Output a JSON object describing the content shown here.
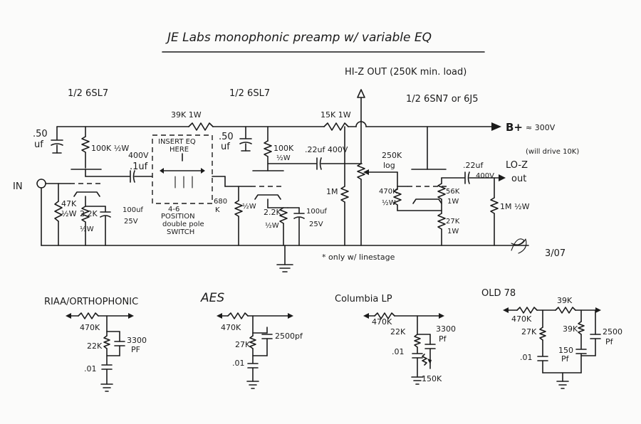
{
  "title": "JE Labs monophonic preamp w/ variable EQ",
  "tubes": {
    "v1": "1/2 6SL7",
    "v2": "1/2 6SL7",
    "v3": "1/2 6SN7 or 6J5"
  },
  "outputs": {
    "hiz": "HI-Z OUT (250K min. load)",
    "bplus": "B+",
    "bplus_value": "≈ 300V",
    "loz": "LO-Z",
    "loz_note": "(will drive 10K)",
    "out": "out"
  },
  "input": "IN",
  "labels": {
    "c_50uf_a": ".50",
    "c_50uf_a2": "uf",
    "r_100k_half": "100K ½W",
    "r_39k": "39K 1W",
    "c_01_400": "400V",
    "c_01": ".1uf",
    "insert_eq": "INSERT EQ",
    "insert_here": "HERE",
    "sw1": "4-6",
    "sw2": "POSITION",
    "sw3": "double pole",
    "sw4": "SWITCH",
    "r_680k": "680",
    "r_680k2": "K",
    "r_47k": "47K",
    "r_47k_w": "½W",
    "r_2k2_a": "2.2K",
    "r_2k2_a_w": "½W",
    "c_100uf_a": "100uf",
    "c_100uf_a_v": "25V",
    "c_50uf_b": ".50",
    "c_50uf_b2": "uf",
    "r_100k_b": "100K",
    "r_100k_b_w": "½W",
    "r_1m_grid": "½W",
    "r_2k2_b": "2.2K",
    "r_2k2_b_w": "½W",
    "c_100uf_b": "100uf",
    "c_100uf_b_v": "25V",
    "c_22_a": ".22uf 400V",
    "r_15k": "15K 1W",
    "pot": "250K",
    "pot_log": "log",
    "r_1m_star": "1M",
    "star_note": "* only w/ linestage",
    "r_470k": "470K",
    "r_470k_w": "½W",
    "r_56k": "56K",
    "r_56k_w": "1W",
    "r_27k": "27K",
    "r_27k_w": "1W",
    "c_22_b": ".22uf",
    "c_22_b_v": "400V",
    "r_1m_out": "1M ½W",
    "signature": "3/07"
  },
  "eq_sections": [
    {
      "title": "RIAA/ORTHOPHONIC",
      "r1": "470K",
      "r2": "22K",
      "c1": ".01",
      "c2": "3300",
      "c2b": "PF"
    },
    {
      "title": "AES",
      "r1": "470K",
      "r2": "27K",
      "c1": ".01",
      "c2": "2500pf"
    },
    {
      "title": "Columbia LP",
      "r1": "470K",
      "r2": "22K",
      "c1": ".01",
      "c2": "3300",
      "c2b": "Pf",
      "pot": "150K"
    },
    {
      "title": "OLD 78",
      "r1": "470K",
      "r2": "27K",
      "r3": "39K",
      "r4": "39K",
      "c1": ".01",
      "c2": "150",
      "c2b": "Pf",
      "c3": "2500",
      "c3b": "Pf"
    }
  ]
}
